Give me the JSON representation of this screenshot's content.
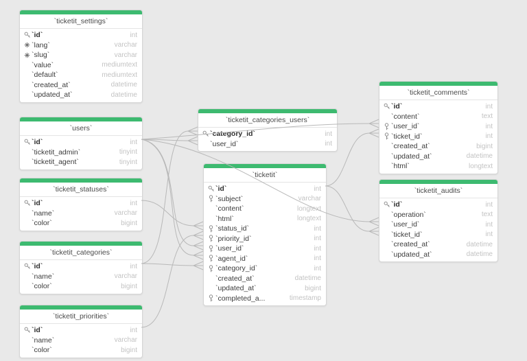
{
  "colors": {
    "header_green": "#3dba70",
    "canvas": "#e9e9e9",
    "wire": "#b8b8b8"
  },
  "diagram_type": "database-erd",
  "tables": [
    {
      "title": "`ticketit_settings`",
      "columns": [
        {
          "icon": "key",
          "name": "`id`",
          "type": "int",
          "pk": true
        },
        {
          "icon": "snowflake",
          "name": "`lang`",
          "type": "varchar"
        },
        {
          "icon": "snowflake",
          "name": "`slug`",
          "type": "varchar"
        },
        {
          "icon": "none",
          "name": "`value`",
          "type": "mediumtext"
        },
        {
          "icon": "none",
          "name": "`default`",
          "type": "mediumtext"
        },
        {
          "icon": "none",
          "name": "`created_at`",
          "type": "datetime"
        },
        {
          "icon": "none",
          "name": "`updated_at`",
          "type": "datetime"
        }
      ]
    },
    {
      "title": "`users`",
      "columns": [
        {
          "icon": "key",
          "name": "`id`",
          "type": "int",
          "pk": true
        },
        {
          "icon": "none",
          "name": "`ticketit_admin`",
          "type": "tinyint"
        },
        {
          "icon": "none",
          "name": "`ticketit_agent`",
          "type": "tinyint"
        }
      ]
    },
    {
      "title": "`ticketit_statuses`",
      "columns": [
        {
          "icon": "key",
          "name": "`id`",
          "type": "int",
          "pk": true
        },
        {
          "icon": "none",
          "name": "`name`",
          "type": "varchar"
        },
        {
          "icon": "none",
          "name": "`color`",
          "type": "bigint"
        }
      ]
    },
    {
      "title": "`ticketit_categories`",
      "columns": [
        {
          "icon": "key",
          "name": "`id`",
          "type": "int",
          "pk": true
        },
        {
          "icon": "none",
          "name": "`name`",
          "type": "varchar"
        },
        {
          "icon": "none",
          "name": "`color`",
          "type": "bigint"
        }
      ]
    },
    {
      "title": "`ticketit_priorities`",
      "columns": [
        {
          "icon": "key",
          "name": "`id`",
          "type": "int",
          "pk": true
        },
        {
          "icon": "none",
          "name": "`name`",
          "type": "varchar"
        },
        {
          "icon": "none",
          "name": "`color`",
          "type": "bigint"
        }
      ]
    },
    {
      "title": "`ticketit_categories_users`",
      "columns": [
        {
          "icon": "key",
          "name": "`category_id`",
          "type": "int",
          "pk": true
        },
        {
          "icon": "none",
          "name": "`user_id`",
          "type": "int"
        }
      ]
    },
    {
      "title": "`ticketit`",
      "columns": [
        {
          "icon": "key",
          "name": "`id`",
          "type": "int",
          "pk": true
        },
        {
          "icon": "index",
          "name": "`subject`",
          "type": "varchar"
        },
        {
          "icon": "none",
          "name": "`content`",
          "type": "longtext"
        },
        {
          "icon": "none",
          "name": "`html`",
          "type": "longtext"
        },
        {
          "icon": "index",
          "name": "`status_id`",
          "type": "int"
        },
        {
          "icon": "index",
          "name": "`priority_id`",
          "type": "int"
        },
        {
          "icon": "index",
          "name": "`user_id`",
          "type": "int"
        },
        {
          "icon": "index",
          "name": "`agent_id`",
          "type": "int"
        },
        {
          "icon": "index",
          "name": "`category_id`",
          "type": "int"
        },
        {
          "icon": "none",
          "name": "`created_at`",
          "type": "datetime"
        },
        {
          "icon": "none",
          "name": "`updated_at`",
          "type": "bigint"
        },
        {
          "icon": "index",
          "name": "`completed_a...",
          "type": "timestamp"
        }
      ]
    },
    {
      "title": "`ticketit_comments`",
      "columns": [
        {
          "icon": "key",
          "name": "`id`",
          "type": "int",
          "pk": true
        },
        {
          "icon": "none",
          "name": "`content`",
          "type": "text"
        },
        {
          "icon": "index",
          "name": "`user_id`",
          "type": "int"
        },
        {
          "icon": "index",
          "name": "`ticket_id`",
          "type": "int"
        },
        {
          "icon": "none",
          "name": "`created_at`",
          "type": "bigint"
        },
        {
          "icon": "none",
          "name": "`updated_at`",
          "type": "datetime"
        },
        {
          "icon": "none",
          "name": "`html`",
          "type": "longtext"
        }
      ]
    },
    {
      "title": "`ticketit_audits`",
      "columns": [
        {
          "icon": "key",
          "name": "`id`",
          "type": "int",
          "pk": true
        },
        {
          "icon": "none",
          "name": "`operation`",
          "type": "text"
        },
        {
          "icon": "none",
          "name": "`user_id`",
          "type": "int"
        },
        {
          "icon": "none",
          "name": "`ticket_id`",
          "type": "int"
        },
        {
          "icon": "none",
          "name": "`created_at`",
          "type": "datetime"
        },
        {
          "icon": "none",
          "name": "`updated_at`",
          "type": "datetime"
        }
      ]
    }
  ],
  "relationships": [
    {
      "from": "users.id",
      "to": "ticketit_categories_users.user_id"
    },
    {
      "from": "users.id",
      "to": "ticketit.user_id"
    },
    {
      "from": "users.id",
      "to": "ticketit.agent_id"
    },
    {
      "from": "users.id",
      "to": "ticketit_comments.user_id"
    },
    {
      "from": "users.id",
      "to": "ticketit_audits.user_id"
    },
    {
      "from": "ticketit_statuses.id",
      "to": "ticketit.status_id"
    },
    {
      "from": "ticketit_categories.id",
      "to": "ticketit.category_id"
    },
    {
      "from": "ticketit_categories.id",
      "to": "ticketit_categories_users.category_id"
    },
    {
      "from": "ticketit_priorities.id",
      "to": "ticketit.priority_id"
    },
    {
      "from": "ticketit.id",
      "to": "ticketit_comments.ticket_id"
    },
    {
      "from": "ticketit.id",
      "to": "ticketit_audits.ticket_id"
    }
  ]
}
